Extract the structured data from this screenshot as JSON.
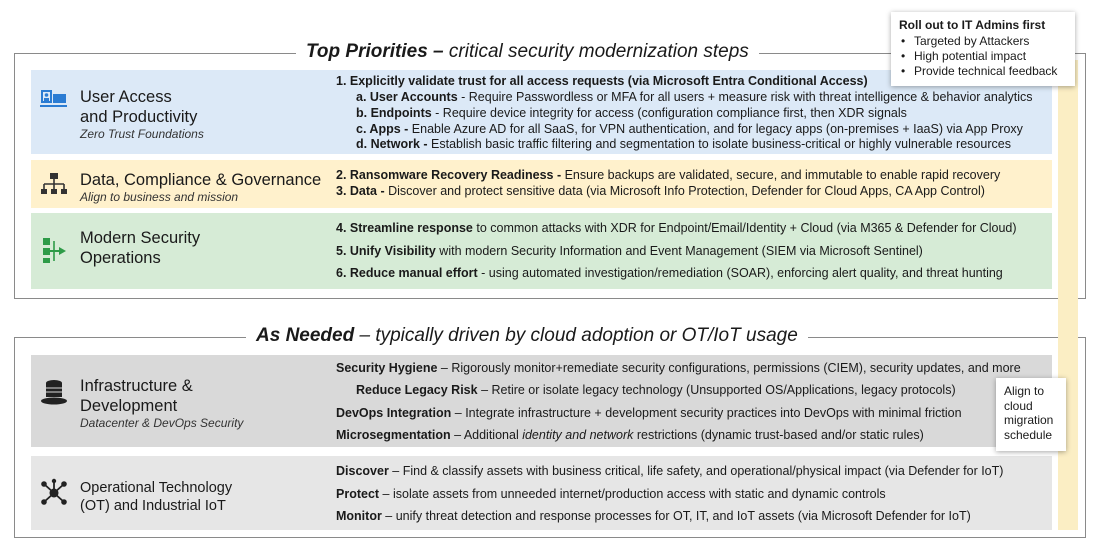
{
  "top": {
    "title_bold": "Top Priorities –",
    "title_rest": "critical security modernization steps",
    "user_access": {
      "title_l1": "User Access",
      "title_l2": "and Productivity",
      "subtitle": "Zero Trust Foundations",
      "lines": [
        {
          "bold": "1.  Explicitly validate trust for all access requests (via Microsoft Entra Conditional Access)",
          "text": ""
        },
        {
          "bold": "a.  User Accounts",
          "text": " - Require Passwordless or MFA for all users + measure risk with threat intelligence & behavior analytics"
        },
        {
          "bold": "b.  Endpoints",
          "text": " - Require device integrity for access (configuration compliance first, then XDR signals"
        },
        {
          "bold": "c.  Apps -",
          "text": " Enable Azure AD for all SaaS, for VPN authentication, and for legacy apps (on-premises + IaaS) via App Proxy"
        },
        {
          "bold": "d.  Network -",
          "text": " Establish basic traffic filtering and segmentation to isolate business-critical or highly vulnerable resources"
        }
      ]
    },
    "data_compliance": {
      "title": "Data, Compliance & Governance",
      "subtitle": "Align to business and mission",
      "lines": [
        {
          "bold": "2.  Ransomware Recovery Readiness -",
          "text": " Ensure backups are validated, secure, and immutable to enable rapid recovery"
        },
        {
          "bold": "3.  Data -",
          "text": " Discover and protect sensitive data (via Microsoft Info Protection, Defender for Cloud Apps, CA App Control)"
        }
      ]
    },
    "security_ops": {
      "title_l1": "Modern Security",
      "title_l2": "Operations",
      "lines": [
        {
          "bold": "4.  Streamline response",
          "text": " to common attacks with XDR for Endpoint/Email/Identity + Cloud (via M365 & Defender for Cloud)"
        },
        {
          "bold": "5.  Unify Visibility",
          "text": " with modern Security Information and Event Management (SIEM via Microsoft Sentinel)"
        },
        {
          "bold": "6.  Reduce manual effort",
          "text": " - using automated investigation/remediation (SOAR), enforcing alert quality, and threat hunting"
        }
      ]
    }
  },
  "needed": {
    "title_bold": "As Needed",
    "title_rest": "– typically driven by cloud adoption or OT/IoT usage",
    "infra": {
      "title_l1": "Infrastructure &",
      "title_l2": "Development",
      "subtitle": "Datacenter & DevOps Security",
      "lines": [
        {
          "bold": "Security Hygiene",
          "text": " – Rigorously monitor+remediate security configurations, permissions (CIEM), security updates, and more"
        },
        {
          "bold": "Reduce Legacy Risk",
          "text": " – Retire or isolate legacy technology (Unsupported OS/Applications, legacy protocols)"
        },
        {
          "bold": "DevOps Integration",
          "text": " – Integrate infrastructure + development security practices into DevOps with minimal friction"
        },
        {
          "bold": "Microsegmentation",
          "text": " – Additional ",
          "italic": "identity and network",
          "text2": " restrictions (dynamic trust-based and/or static rules)"
        }
      ]
    },
    "ot": {
      "title_l1": "Operational Technology",
      "title_l2": "(OT) and Industrial IoT",
      "lines": [
        {
          "bold": "Discover",
          "text": " – Find & classify assets with business critical, life safety, and operational/physical impact (via Defender for IoT)"
        },
        {
          "bold": "Protect",
          "text": " – isolate assets from unneeded internet/production access with static and dynamic controls"
        },
        {
          "bold": "Monitor",
          "text": " – unify threat detection and response processes for OT, IT, and IoT assets (via Microsoft Defender for IoT)"
        }
      ]
    }
  },
  "callout_rollout": {
    "title": "Roll out to IT Admins first",
    "items": [
      "Targeted by Attackers",
      "High potential impact",
      "Provide technical feedback"
    ]
  },
  "callout_cloud": {
    "lines": [
      "Align to",
      "cloud",
      "migration",
      "schedule"
    ]
  },
  "colors": {
    "blue_band": "#dce9f7",
    "yellow_band": "#fff1cc",
    "green_band": "#d6ebd6",
    "gray_band": "#d9d9d9",
    "accent_blue": "#2b7cd3",
    "accent_green": "#2e9b48",
    "side_bar": "#fbeec4"
  },
  "icons": [
    "user-access-icon",
    "hierarchy-icon",
    "security-ops-icon",
    "server-icon",
    "iot-network-icon"
  ]
}
